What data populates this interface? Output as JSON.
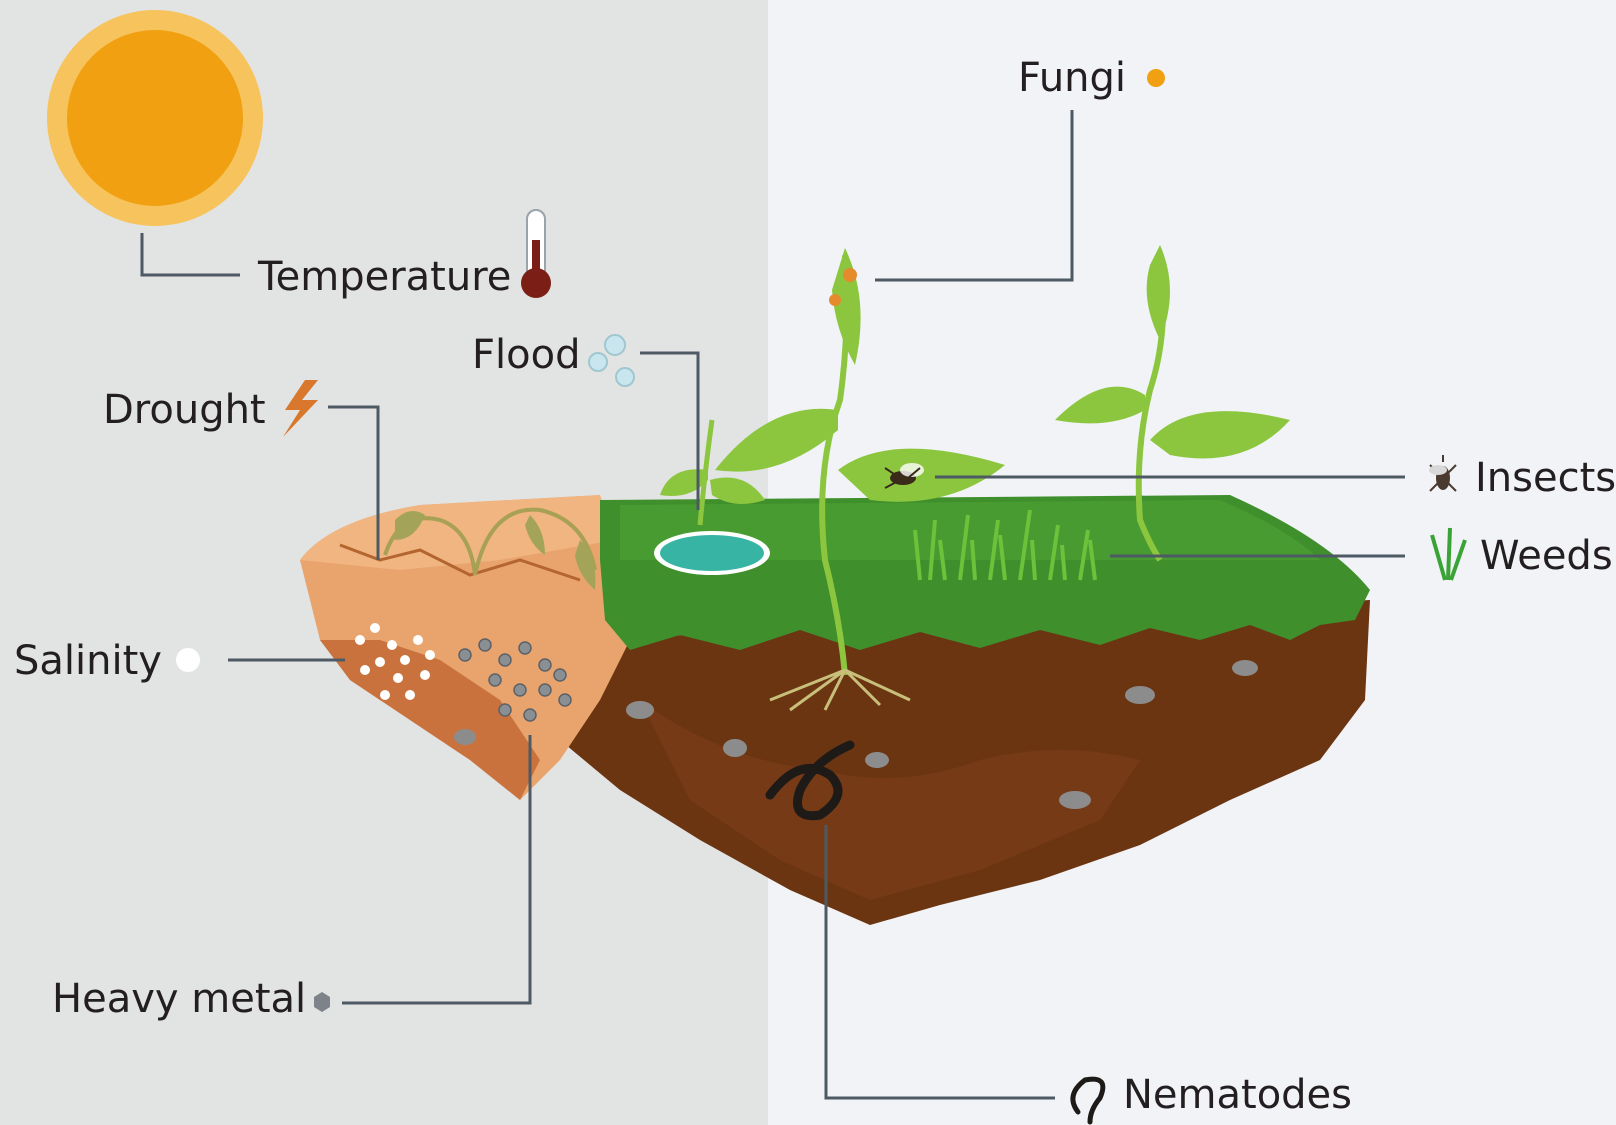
{
  "diagram": {
    "abiotic": [
      {
        "id": "temperature",
        "label": "Temperature",
        "icon": "thermometer-icon"
      },
      {
        "id": "flood",
        "label": "Flood",
        "icon": "water-drops-icon"
      },
      {
        "id": "drought",
        "label": "Drought",
        "icon": "lightning-icon"
      },
      {
        "id": "salinity",
        "label": "Salinity",
        "icon": "white-dot-icon"
      },
      {
        "id": "heavy_metal",
        "label": "Heavy metal",
        "icon": "grey-hexagon-icon"
      }
    ],
    "biotic": [
      {
        "id": "fungi",
        "label": "Fungi",
        "icon": "orange-dot-icon"
      },
      {
        "id": "insects",
        "label": "Insects",
        "icon": "insect-icon"
      },
      {
        "id": "weeds",
        "label": "Weeds",
        "icon": "grass-icon"
      },
      {
        "id": "nematodes",
        "label": "Nematodes",
        "icon": "worm-icon"
      }
    ],
    "colors": {
      "left_background": "#e2e3e3",
      "right_background": "#f1f3f7",
      "sun": "#f0a010",
      "sun_halo": "#f7c35c",
      "dry_soil": "#e9a46e",
      "grass": "#3f8f2c",
      "soil": "#6b3512",
      "leaf": "#8cc63f",
      "line": "#4d5a64"
    }
  }
}
